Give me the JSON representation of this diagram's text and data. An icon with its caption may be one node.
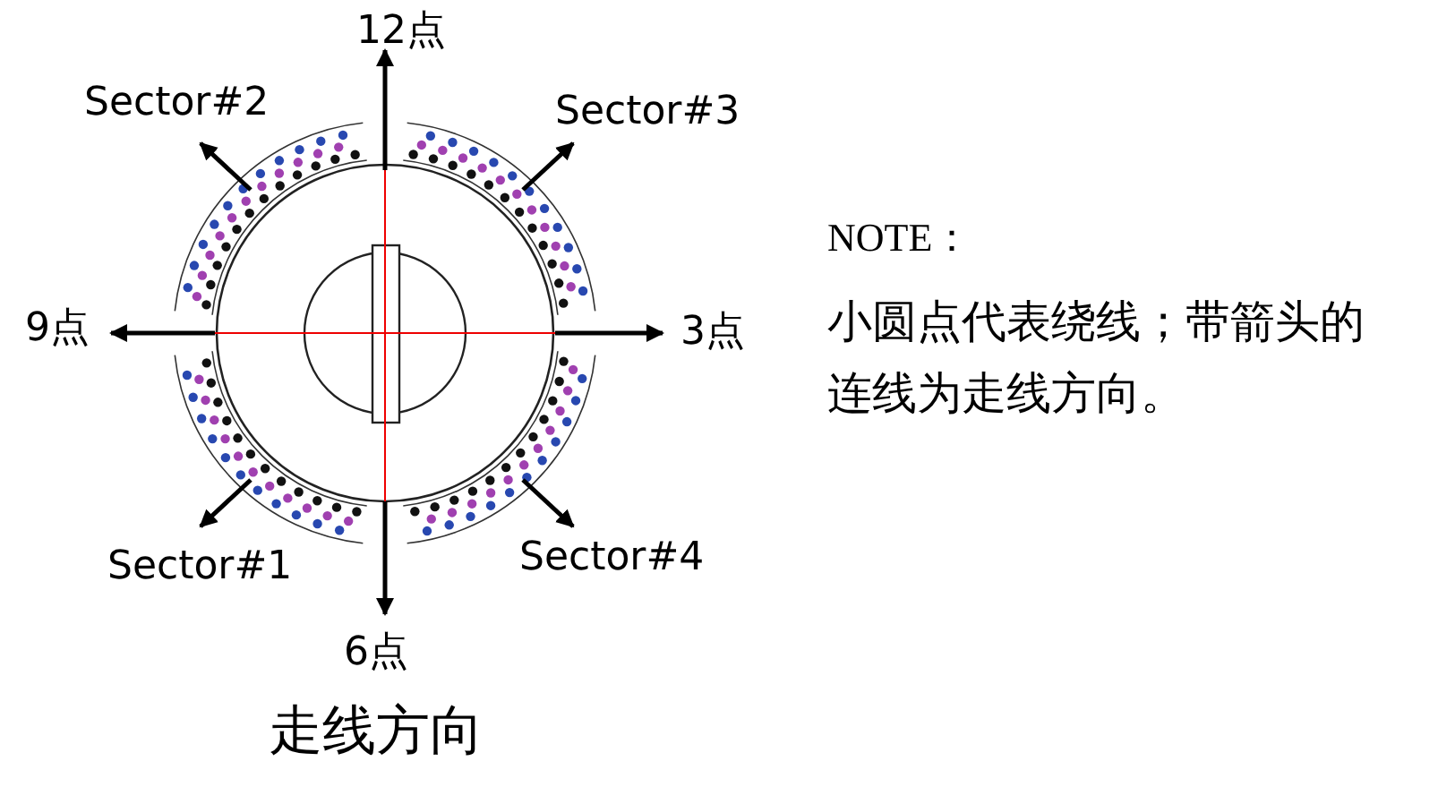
{
  "diagram": {
    "caption": "走线方向",
    "labels": [
      "12点",
      "Sector#2",
      "Sector#3",
      "9点",
      "3点",
      "Sector#1",
      "Sector#4",
      "6点",
      "NOTE：",
      "小圆点代表绕线；带箭头的连线为走线方向。"
    ]
  }
}
